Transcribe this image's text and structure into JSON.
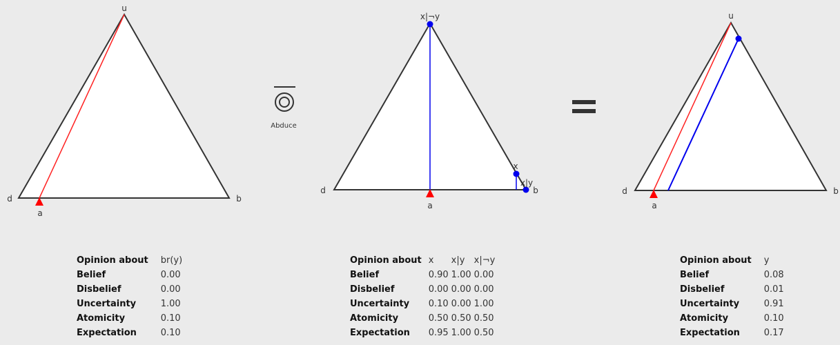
{
  "colors": {
    "vertex_marker": "#ff0000",
    "point": "#0000ee",
    "line_red": "#ff2222",
    "line_blue": "#0000ee",
    "background": "#ebebeb"
  },
  "operator": {
    "label": "Abduce",
    "icon": "abduce-icon"
  },
  "equals": {
    "icon": "equals-icon"
  },
  "triangles": [
    {
      "vertices": {
        "u": "u",
        "d": "d",
        "b": "b",
        "a": "a"
      }
    },
    {
      "vertices": {
        "top": "x|¬y",
        "d": "d",
        "b": "b",
        "a": "a",
        "x": "x",
        "xy": "x|y"
      }
    },
    {
      "vertices": {
        "u": "u",
        "d": "d",
        "b": "b",
        "a": "a"
      }
    }
  ],
  "opinions": [
    {
      "header": "Opinion about",
      "columns": [
        "br(y)"
      ],
      "rows": [
        {
          "label": "Belief",
          "values": [
            "0.00"
          ]
        },
        {
          "label": "Disbelief",
          "values": [
            "0.00"
          ]
        },
        {
          "label": "Uncertainty",
          "values": [
            "1.00"
          ]
        },
        {
          "label": "Atomicity",
          "values": [
            "0.10"
          ]
        },
        {
          "label": "Expectation",
          "values": [
            "0.10"
          ]
        }
      ]
    },
    {
      "header": "Opinion about",
      "columns": [
        "x",
        "x|y",
        "x|¬y"
      ],
      "rows": [
        {
          "label": "Belief",
          "values": [
            "0.90",
            "1.00",
            "0.00"
          ]
        },
        {
          "label": "Disbelief",
          "values": [
            "0.00",
            "0.00",
            "0.00"
          ]
        },
        {
          "label": "Uncertainty",
          "values": [
            "0.10",
            "0.00",
            "1.00"
          ]
        },
        {
          "label": "Atomicity",
          "values": [
            "0.50",
            "0.50",
            "0.50"
          ]
        },
        {
          "label": "Expectation",
          "values": [
            "0.95",
            "1.00",
            "0.50"
          ]
        }
      ]
    },
    {
      "header": "Opinion about",
      "columns": [
        "y"
      ],
      "rows": [
        {
          "label": "Belief",
          "values": [
            "0.08"
          ]
        },
        {
          "label": "Disbelief",
          "values": [
            "0.01"
          ]
        },
        {
          "label": "Uncertainty",
          "values": [
            "0.91"
          ]
        },
        {
          "label": "Atomicity",
          "values": [
            "0.10"
          ]
        },
        {
          "label": "Expectation",
          "values": [
            "0.17"
          ]
        }
      ]
    }
  ]
}
